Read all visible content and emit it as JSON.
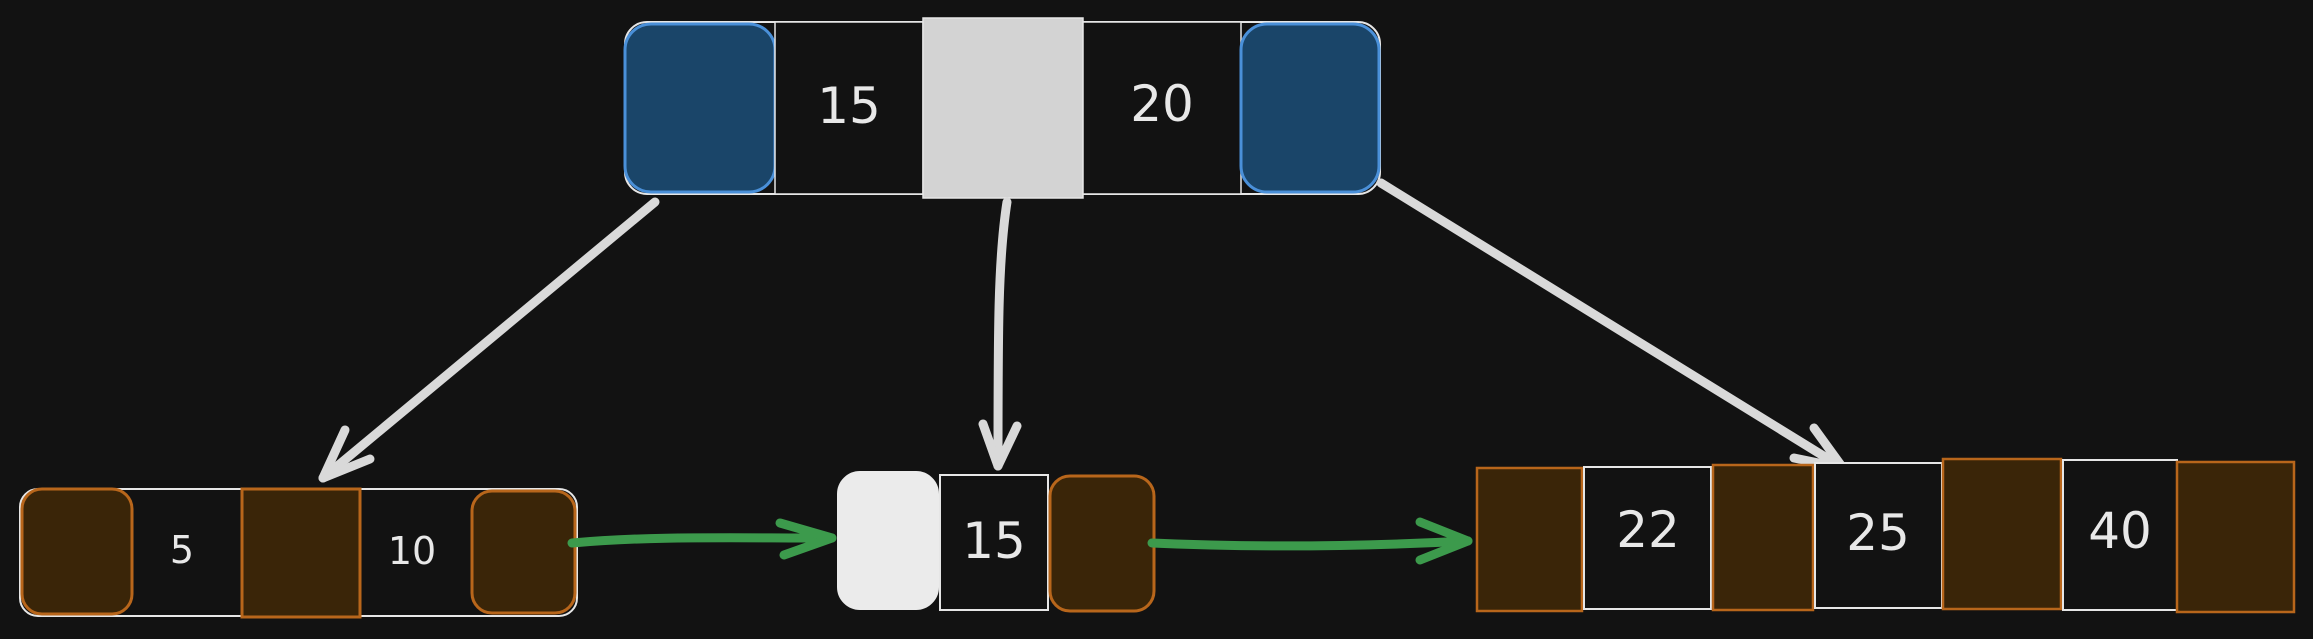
{
  "colors": {
    "background": "#121212",
    "internal_pointer": "#1a4569",
    "internal_pointer_stroke": "#4a90d9",
    "internal_separator": "#d3d3d3",
    "leaf_pointer": "#3a2508",
    "leaf_pointer_stroke": "#b8661b",
    "leaf_empty_slot": "#ebebeb",
    "key_cell": "#121212",
    "outline": "#e6e6e6",
    "tree_edge": "#d9d9d9",
    "sibling_link": "#3c9a4c"
  },
  "nodes": {
    "root": {
      "keys": [
        "15",
        "20"
      ]
    },
    "leaf1": {
      "keys": [
        "5",
        "10"
      ]
    },
    "leaf2": {
      "keys": [
        "15"
      ]
    },
    "leaf3": {
      "keys": [
        "22",
        "25",
        "40"
      ]
    }
  }
}
